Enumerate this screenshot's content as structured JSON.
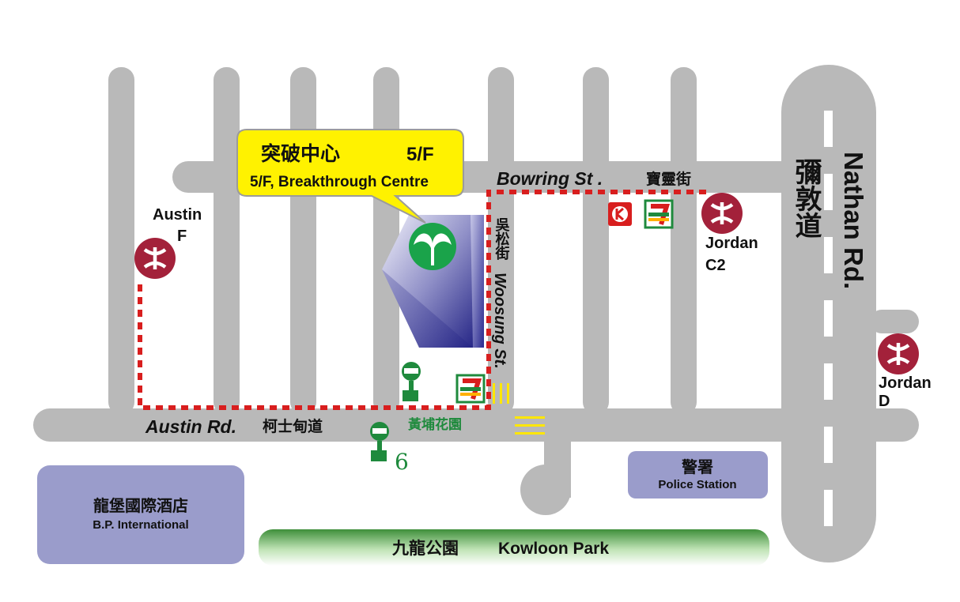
{
  "callout": {
    "title_cn": "突破中心",
    "floor": "5/F",
    "subtitle": "5/F, Breakthrough Centre"
  },
  "streets": {
    "bowring_en": "Bowring St .",
    "bowring_cn": "寶靈街",
    "austin_en": "Austin Rd.",
    "austin_cn": "柯士甸道",
    "woosung_en": "Woosung St.",
    "woosung_cn": "吳松街",
    "nathan_en": "Nathan Rd.",
    "nathan_cn": "彌敦道"
  },
  "mtr_exits": {
    "austin_f": [
      "Austin",
      "F"
    ],
    "jordan_c2": [
      "Jordan",
      "C2"
    ],
    "jordan_d": [
      "Jordan",
      "D"
    ]
  },
  "bus_stops": {
    "garden_name": "黃埔花園",
    "route_number": "6"
  },
  "landmarks": {
    "bp_international_cn": "龍堡國際酒店",
    "bp_international_en": "B.P. International",
    "police_cn": "警署",
    "police_en": "Police Station",
    "park_cn": "九龍公園",
    "park_en": "Kowloon Park"
  },
  "store_icons": [
    "seven-eleven-icon",
    "circle-k-icon"
  ],
  "colors": {
    "road": "#b9b9b9",
    "route": "#d81e1e",
    "mtr": "#a3213a",
    "callout": "#fff200",
    "bus": "#1f8a3d",
    "building_label": "#9a9ccb",
    "park": "#3f9b3a"
  }
}
